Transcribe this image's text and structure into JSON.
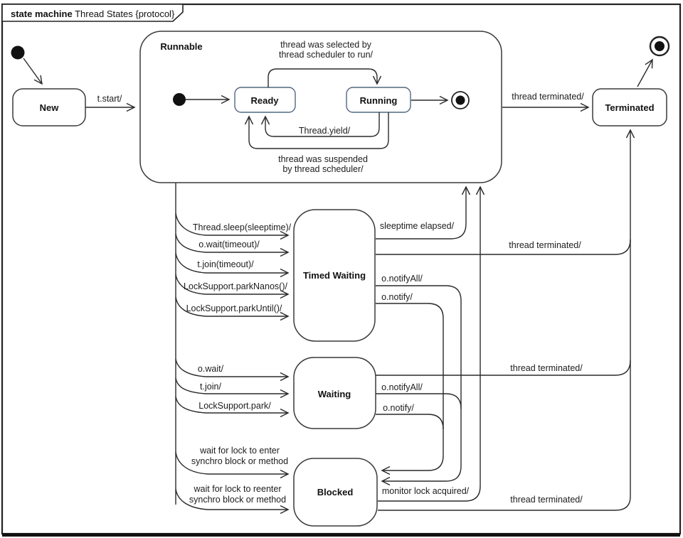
{
  "frame": {
    "title_keyword": "state machine",
    "title_name": " Thread States {protocol}"
  },
  "states": {
    "new": "New",
    "runnable": "Runnable",
    "ready": "Ready",
    "running": "Running",
    "terminated": "Terminated",
    "timed_waiting": "Timed Waiting",
    "waiting": "Waiting",
    "blocked": "Blocked"
  },
  "transitions": {
    "t_start": "t.start/",
    "selected_line1": "thread was selected by",
    "selected_line2": "thread scheduler to run/",
    "yield": "Thread.yield/",
    "suspended_line1": "thread was suspended",
    "suspended_line2": "by thread scheduler/",
    "thread_terminated": "thread terminated/",
    "sleep": "Thread.sleep(sleeptime)/",
    "wait_timeout": "o.wait(timeout)/",
    "join_timeout": "t.join(timeout)/",
    "park_nanos": "LockSupport.parkNanos()/",
    "park_until": "LockSupport.parkUntil()/",
    "sleeptime_elapsed": "sleeptime elapsed/",
    "notify_all": "o.notifyAll/",
    "notify": "o.notify/",
    "wait": "o.wait/",
    "join": "t.join/",
    "park": "LockSupport.park/",
    "wait_lock_enter_1": "wait for lock to enter",
    "wait_lock_enter_2": "synchro block or method",
    "wait_lock_reenter_1": "wait for lock to reenter",
    "wait_lock_reenter_2": "synchro block or method",
    "monitor_lock_acquired": "monitor lock acquired/"
  },
  "colors": {
    "substate_label": "#2d5f8e",
    "line": "#2a2a2a"
  }
}
